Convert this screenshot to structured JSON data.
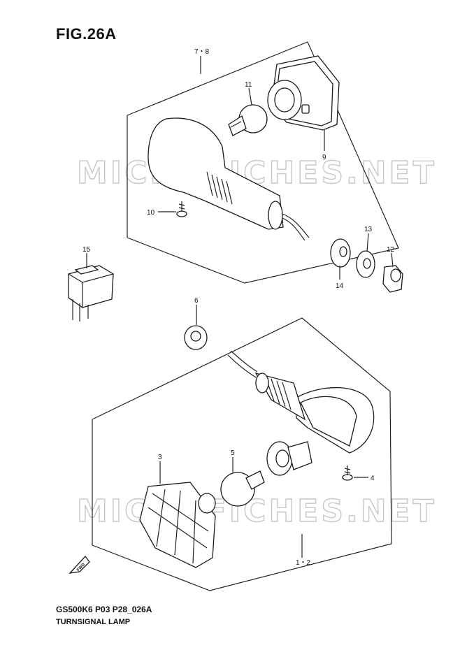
{
  "figure": {
    "title": "FIG.26A",
    "model_code": "GS500K6 P03 P28_026A",
    "part_name": "TURNSIGNAL LAMP",
    "watermark": "MICROFICHES.NET",
    "fwd_label": "FWD"
  },
  "callouts": {
    "c1": "7・8",
    "c2": "11",
    "c3": "9",
    "c4": "10",
    "c5": "13",
    "c6": "12",
    "c7": "14",
    "c8": "15",
    "c9": "6",
    "c10": "3",
    "c11": "5",
    "c12": "4",
    "c13": "1・2"
  }
}
